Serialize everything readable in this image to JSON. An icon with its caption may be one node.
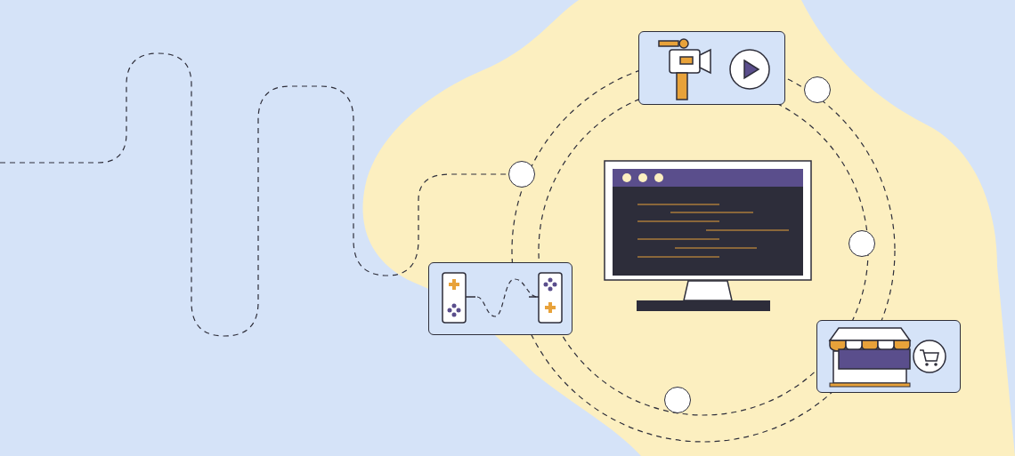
{
  "diagram": {
    "nodes": [
      {
        "text": [],
        "shape": "picture"
      },
      {
        "text": [],
        "shape": "circle"
      },
      {
        "text": [],
        "shape": "circle"
      },
      {
        "text": [],
        "shape": "picture"
      },
      {
        "text": [],
        "shape": "circle"
      },
      {
        "text": [],
        "shape": "picture"
      },
      {
        "text": [],
        "shape": "picture"
      },
      {
        "text": [],
        "shape": "circle"
      }
    ],
    "edges": [
      {
        "from": null,
        "to": 2,
        "arrow": "none",
        "style": "dashed"
      }
    ]
  }
}
